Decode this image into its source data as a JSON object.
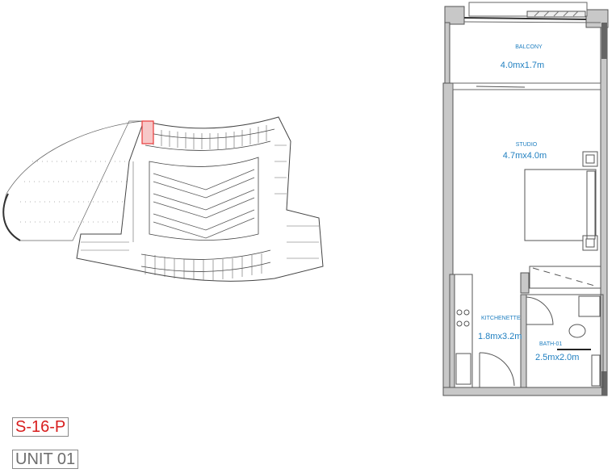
{
  "keyplan": {
    "highlight_color": "#e83a3a"
  },
  "unit_plan": {
    "rooms": [
      {
        "name": "BALCONY",
        "size": "4.0mx1.7m"
      },
      {
        "name": "STUDIO",
        "size": "4.7mx4.0m"
      },
      {
        "name": "KITCHENETTE",
        "size": "1.8mx3.2m"
      },
      {
        "name": "BATH-01",
        "size": "2.5mx2.0m"
      }
    ],
    "label_color": "#1f7fc0"
  },
  "tags": {
    "code": "S-16-P",
    "unit": "UNIT 01"
  }
}
